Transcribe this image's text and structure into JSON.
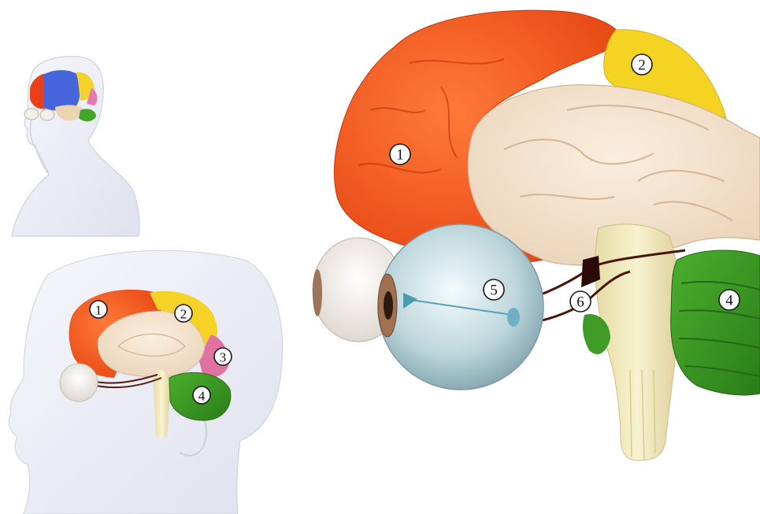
{
  "labels": {
    "small_head": {
      "l1": "1",
      "l2": "2",
      "l3": "3",
      "l4": "4"
    },
    "large_brain": {
      "l1": "1",
      "l2": "2",
      "l4": "4",
      "l5": "5",
      "l6": "6"
    }
  },
  "colors": {
    "frontal": "#f0501a",
    "parietal": "#f5d21e",
    "occipital": "#e070a0",
    "cerebellum": "#3a9a22",
    "temporal_inner": "#f2e0c8",
    "brainstem": "#efe6b8",
    "eye": "#cfe3e8",
    "optic_nerve": "#5a1a10",
    "head_skin": "#eceef6",
    "brain_blue": "#4060d8"
  }
}
